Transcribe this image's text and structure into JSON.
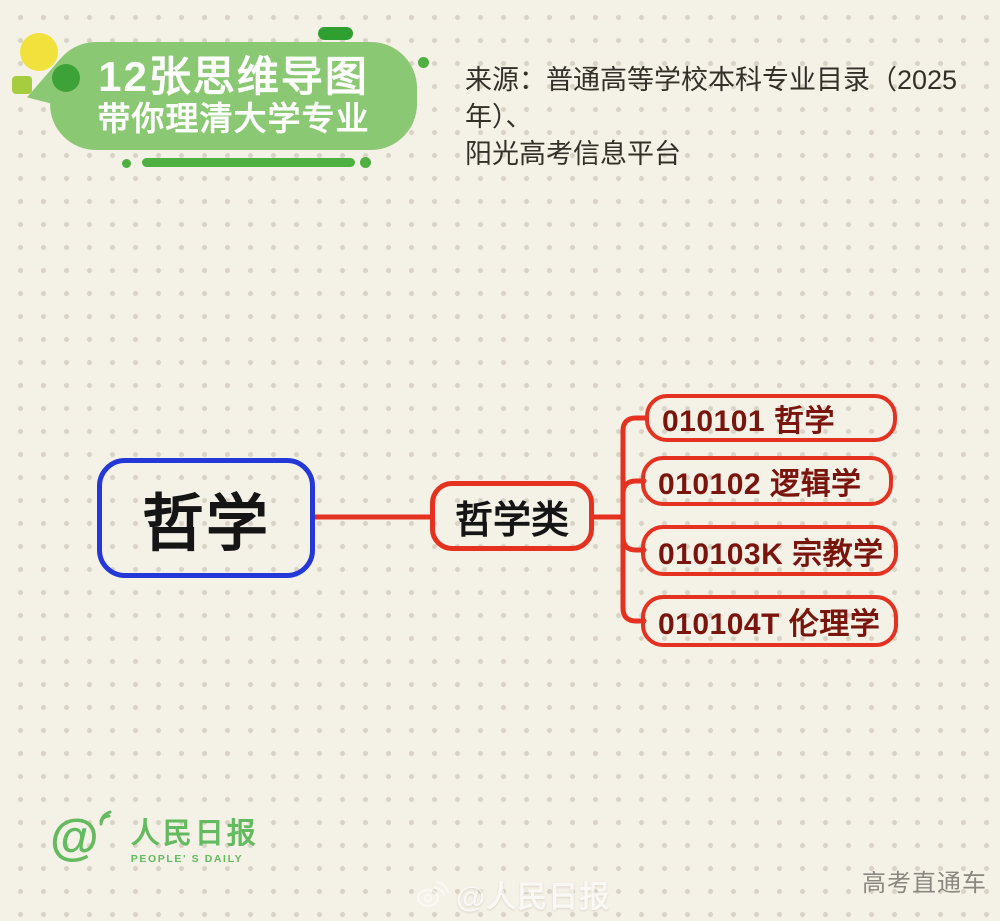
{
  "header": {
    "title_line1": "12张思维导图",
    "title_line2": "带你理清大学专业",
    "bubble_color": "#8bc873",
    "accent_green": "#4eb040",
    "deco_yellow": "#f2e13c"
  },
  "source": {
    "line1": "来源：普通高等学校本科专业目录（2025年）、",
    "line2": "阳光高考信息平台"
  },
  "mindmap": {
    "root": {
      "label": "哲学",
      "border_color": "#2438d8"
    },
    "category": {
      "label": "哲学类",
      "border_color": "#e5311f"
    },
    "children": [
      {
        "code": "010101",
        "name": "哲学",
        "label": "010101 哲学"
      },
      {
        "code": "010102",
        "name": "逻辑学",
        "label": "010102 逻辑学"
      },
      {
        "code": "010103K",
        "name": "宗教学",
        "label": "010103K 宗教学"
      },
      {
        "code": "010104T",
        "name": "伦理学",
        "label": "010104T 伦理学"
      }
    ],
    "connector_color": "#e5311f",
    "child_text_color": "#7a150e"
  },
  "footer": {
    "publisher_at": "@",
    "publisher_name": "人民日报",
    "publisher_en": "PEOPLE' S DAILY",
    "publisher_color": "#64ba5e",
    "watermark": "@人民日报",
    "channel": "高考直通车"
  }
}
